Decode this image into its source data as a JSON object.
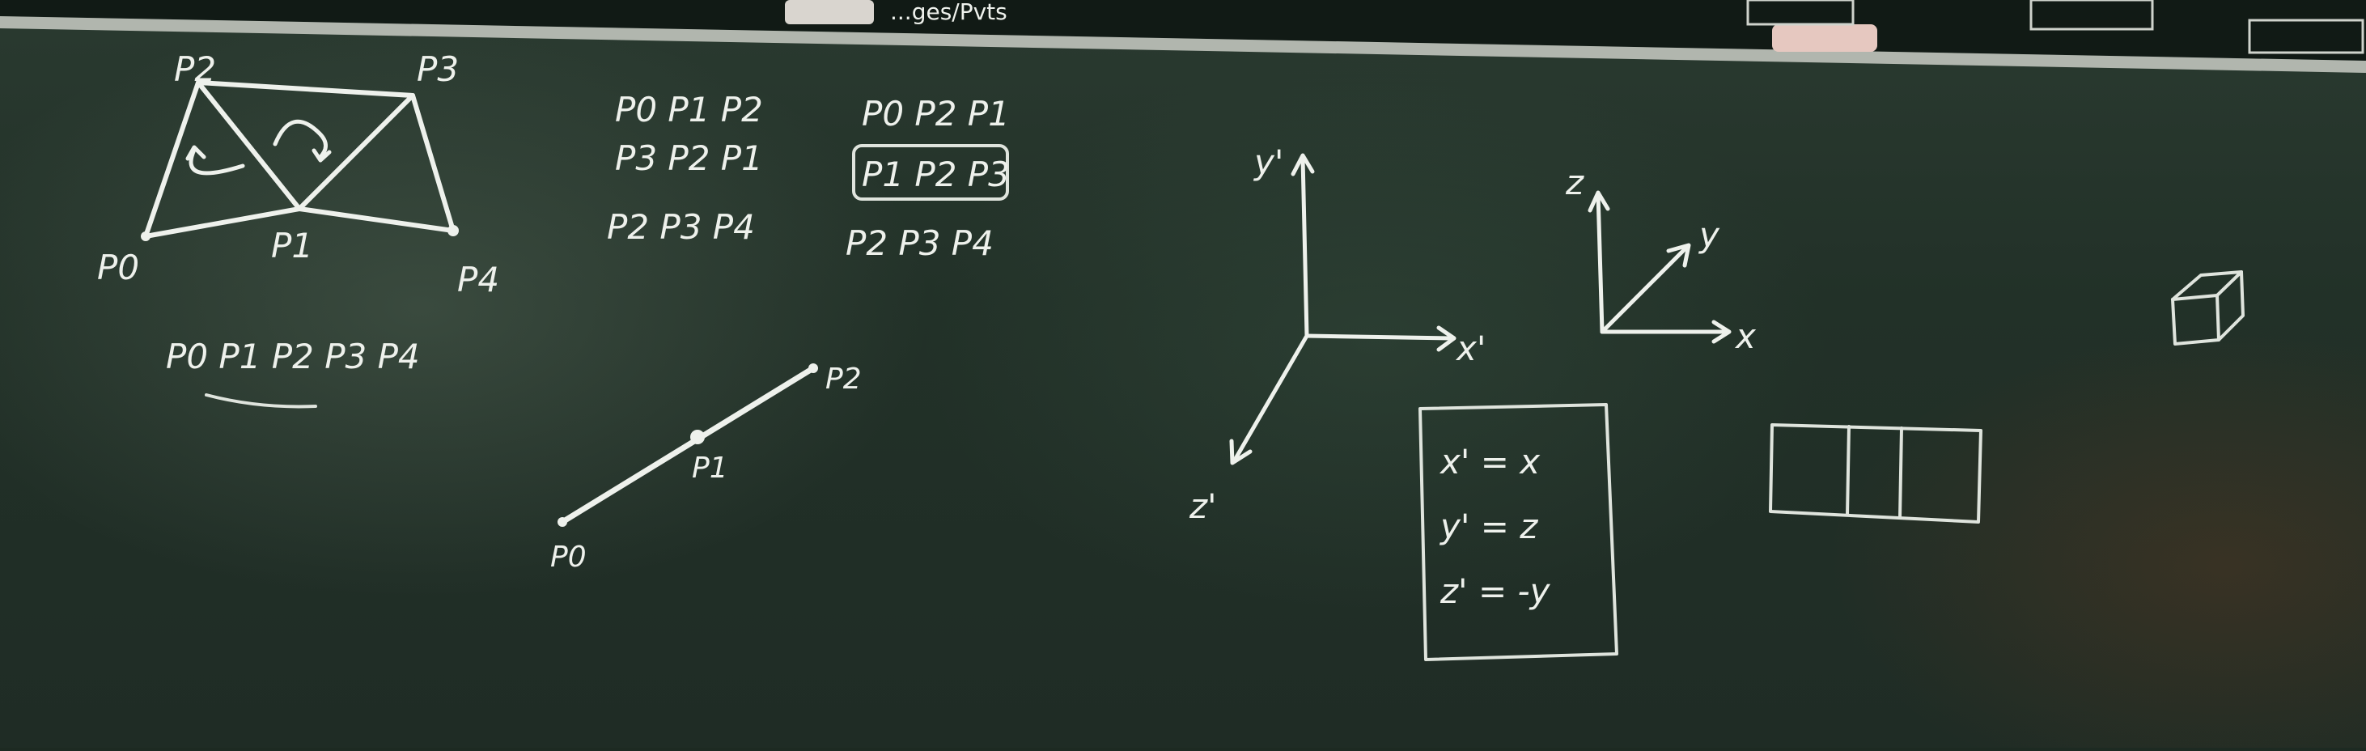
{
  "blackboard": {
    "mesh_labels": {
      "p0": "P0",
      "p1": "P1",
      "p2": "P2",
      "p3": "P3",
      "p4": "P4"
    },
    "vertex_sequence": "P0 P1 P2 P3 P4",
    "triangle_list_1": {
      "row1": "P0 P1 P2",
      "row2": "P3 P2 P1",
      "row3": "P2 P3 P4"
    },
    "triangle_list_2": {
      "row1": "P0 P2 P1",
      "row2_boxed": "P1 P2 P3",
      "row3": "P2 P3 P4"
    },
    "segment_labels": {
      "start": "P0",
      "mid": "P1",
      "end": "P2"
    },
    "left_axes": {
      "y": "y'",
      "x": "x'",
      "z": "z'"
    },
    "mapping_box": {
      "line1": "x' = x",
      "line2": "y' = z",
      "line3": "z' = -y"
    },
    "right_axes": {
      "z": "z",
      "y": "y",
      "x": "x"
    },
    "top_strip_text": "...ges/Pvts",
    "chalk_color": "#eef1ec",
    "board_color": "#223128"
  }
}
